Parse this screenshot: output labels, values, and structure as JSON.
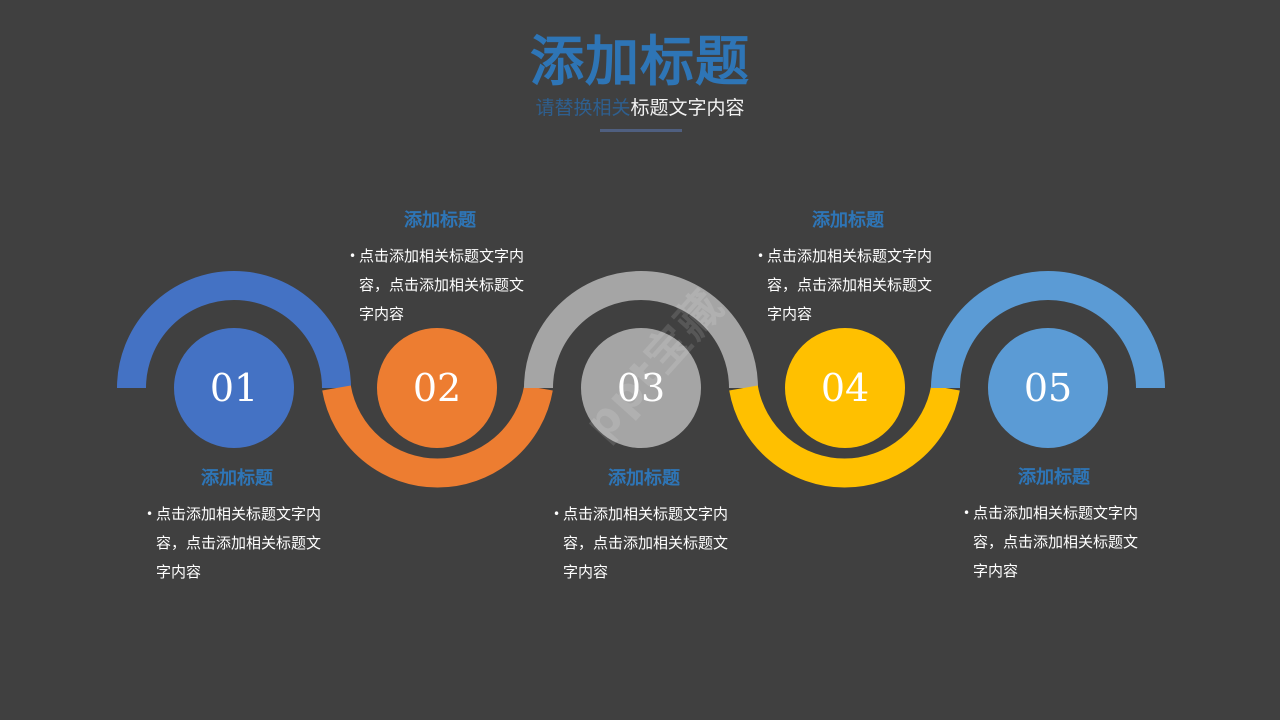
{
  "header": {
    "title": "添加标题",
    "subtitle_part1": "请替换相关",
    "subtitle_part2": "标题文字内容"
  },
  "colors": {
    "background": "#404040",
    "title": "#2e75b6",
    "step1": "#4472c4",
    "step2": "#ed7d31",
    "step3": "#a5a5a5",
    "step4": "#ffc000",
    "step5": "#5b9bd5"
  },
  "steps": [
    {
      "number": "01",
      "heading": "添加标题",
      "text": "点击添加相关标题文字内容，点击添加相关标题文字内容",
      "bullet": "•"
    },
    {
      "number": "02",
      "heading": "添加标题",
      "text": "点击添加相关标题文字内容，点击添加相关标题文字内容",
      "bullet": "•"
    },
    {
      "number": "03",
      "heading": "添加标题",
      "text": "点击添加相关标题文字内容，点击添加相关标题文字内容",
      "bullet": "•"
    },
    {
      "number": "04",
      "heading": "添加标题",
      "text": "点击添加相关标题文字内容，点击添加相关标题文字内容",
      "bullet": "•"
    },
    {
      "number": "05",
      "heading": "添加标题",
      "text": "点击添加相关标题文字内容，点击添加相关标题文字内容",
      "bullet": "•"
    }
  ],
  "watermark": "ppt宝藏"
}
